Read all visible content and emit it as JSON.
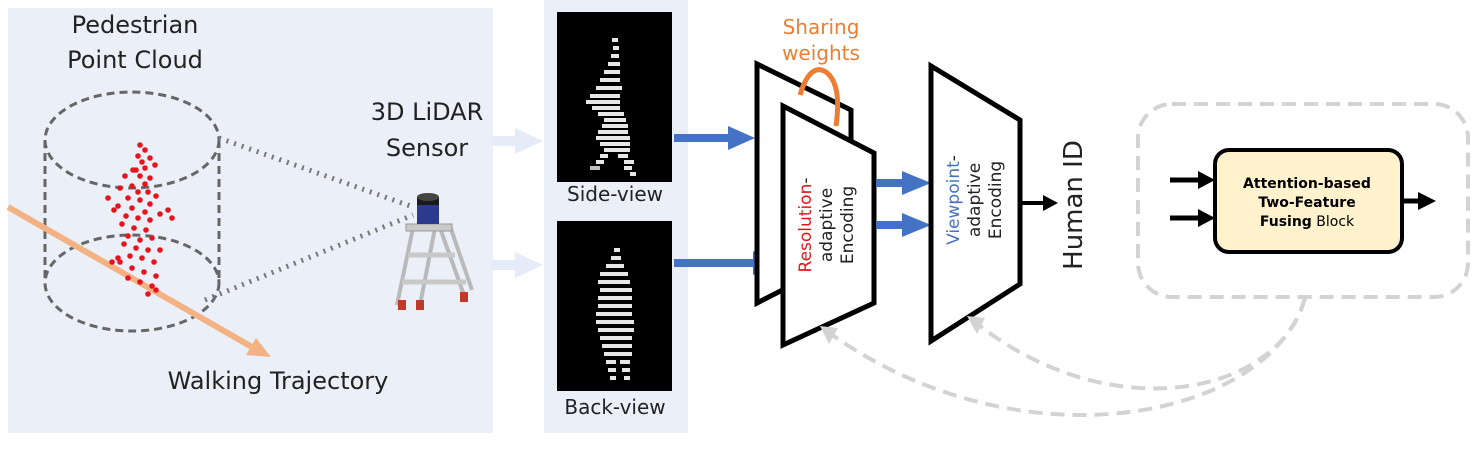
{
  "scene": {
    "pedestrian_label_line1": "Pedestrian",
    "pedestrian_label_line2": "Point Cloud",
    "sensor_label_line1": "3D LiDAR",
    "sensor_label_line2": "Sensor",
    "trajectory_label": "Walking Trajectory"
  },
  "views": {
    "side_label": "Side-view",
    "back_label": "Back-view"
  },
  "network": {
    "sharing_line1": "Sharing",
    "sharing_line2": "weights",
    "encoder1_highlight": "Resolution",
    "encoder1_suffix": "-",
    "encoder1_line2": "adaptive",
    "encoder1_line3": "Encoding",
    "encoder2_highlight": "Viewpoint",
    "encoder2_suffix": "-",
    "encoder2_line2": "adaptive",
    "encoder2_line3": "Encoding",
    "output_label": "Human ID"
  },
  "fusion_block": {
    "line1": "Attention-based",
    "line2": "Two-Feature",
    "line3_bold": "Fusing",
    "line3_rest": " Block"
  },
  "colors": {
    "scene_bg": "#eaeff8",
    "points": "#e8141c",
    "trajectory": "#f4b183",
    "arrow_blue": "#4472c4",
    "sharing_orange": "#ed7d31",
    "resolution_red": "#e8141c",
    "viewpoint_blue": "#4472c4",
    "fusion_fill": "#fff2cc",
    "dashed_gray": "#d3d3d3"
  }
}
